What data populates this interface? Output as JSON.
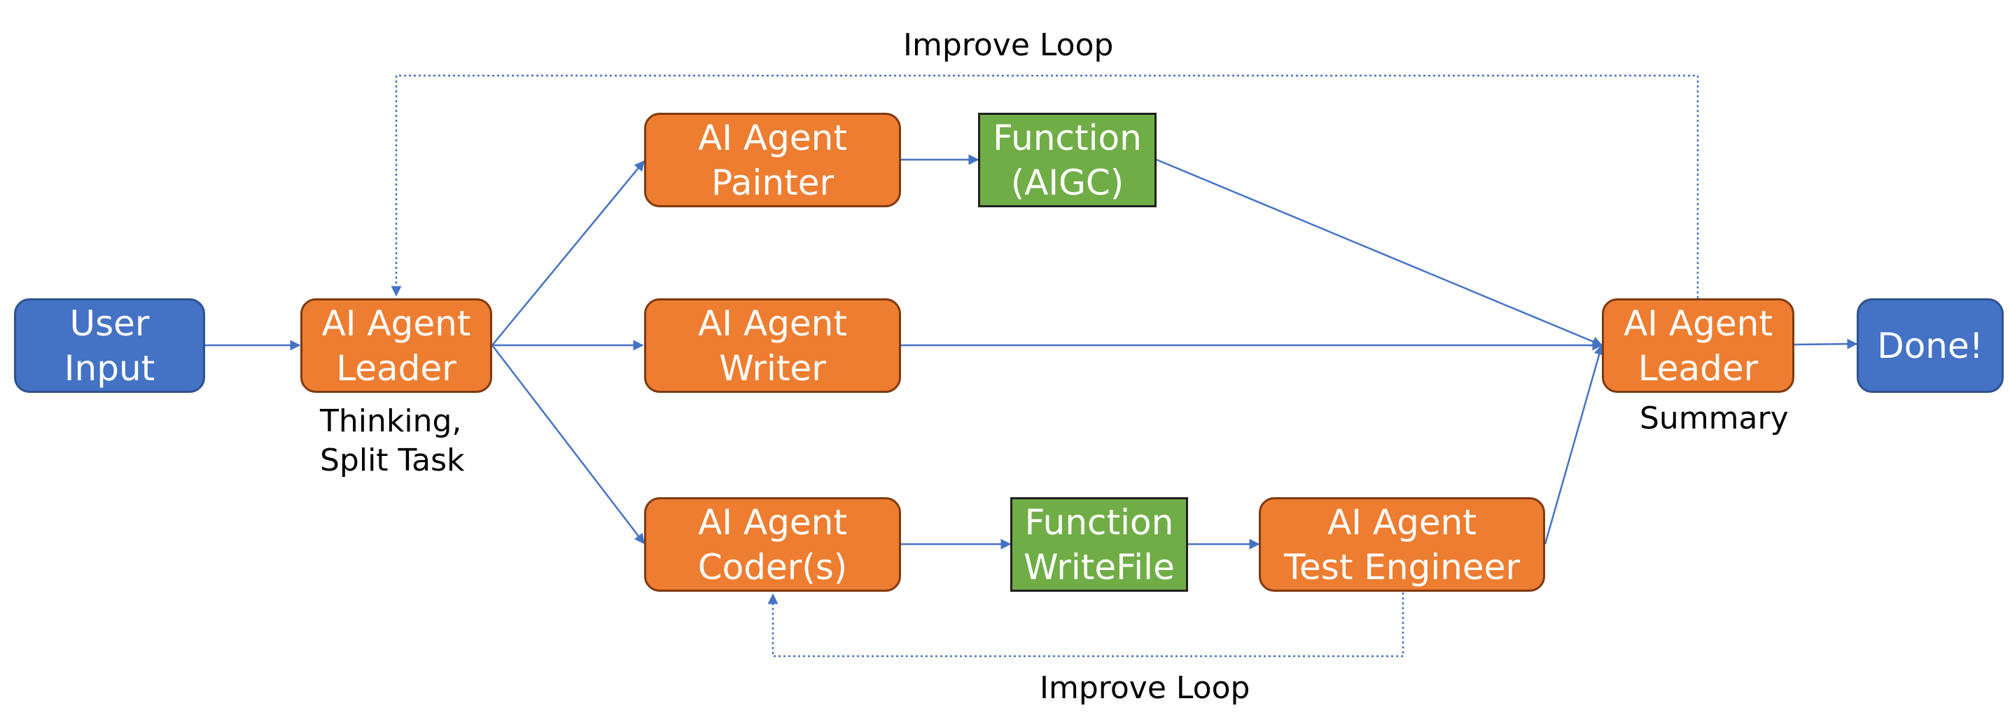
{
  "colors": {
    "start_end_node": "#4472C4",
    "agent_node": "#ED7D31",
    "function_node": "#70AD47",
    "edge": "#4472C4"
  },
  "nodes": {
    "user_input": [
      "User",
      "Input"
    ],
    "leader_start": [
      "AI Agent",
      "Leader"
    ],
    "painter": [
      "AI Agent",
      "Painter"
    ],
    "function_aigc": [
      "Function",
      "(AIGC)"
    ],
    "writer": [
      "AI Agent",
      "Writer"
    ],
    "coders": [
      "AI Agent",
      "Coder(s)"
    ],
    "function_writefile": [
      "Function",
      "WriteFile"
    ],
    "test_engineer": [
      "AI Agent",
      "Test Engineer"
    ],
    "leader_end": [
      "AI Agent",
      "Leader"
    ],
    "done": [
      "Done!"
    ]
  },
  "captions": {
    "leader_start": [
      "Thinking,",
      "Split Task"
    ],
    "leader_end": "Summary",
    "top_loop": "Improve Loop",
    "bottom_loop": "Improve Loop"
  }
}
